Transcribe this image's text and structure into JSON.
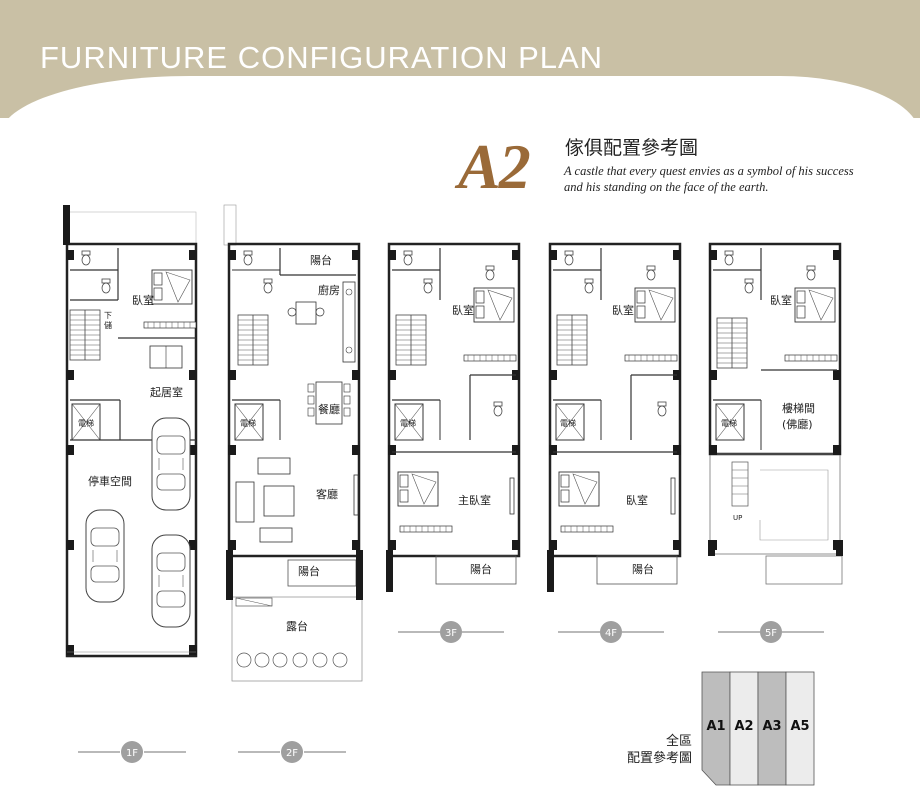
{
  "header": {
    "title": "FURNITURE CONFIGURATION PLAN"
  },
  "unit": {
    "code": "A2",
    "title_cn": "傢俱配置參考圖",
    "tagline_line1": "A  castle that every quest envies as a symbol of his success",
    "tagline_line2": "and his standing on the face of the earth."
  },
  "floors": [
    {
      "label": "1F",
      "rooms": [
        "臥室",
        "起居室",
        "停車空間",
        "電梯"
      ],
      "notes": [
        "下",
        "儲"
      ]
    },
    {
      "label": "2F",
      "rooms": [
        "陽台",
        "廚房",
        "餐廳",
        "客廳",
        "陽台",
        "露台",
        "電梯"
      ]
    },
    {
      "label": "3F",
      "rooms": [
        "臥室",
        "主臥室",
        "陽台",
        "電梯"
      ]
    },
    {
      "label": "4F",
      "rooms": [
        "臥室",
        "臥室",
        "陽台",
        "電梯"
      ]
    },
    {
      "label": "5F",
      "rooms": [
        "臥室",
        "樓梯間",
        "(佛廳)",
        "電梯"
      ],
      "notes": [
        "UP"
      ]
    }
  ],
  "site_legend": {
    "caption_line1": "全區",
    "caption_line2": "配置參考圖",
    "units": [
      "A1",
      "A2",
      "A3",
      "A5"
    ],
    "highlighted": [
      "A1",
      "A3"
    ]
  },
  "colors": {
    "header_band": "#c9c0a5",
    "accent": "#9a6a38",
    "wall": "#222222",
    "highlight_fill": "#bdbdbd"
  }
}
